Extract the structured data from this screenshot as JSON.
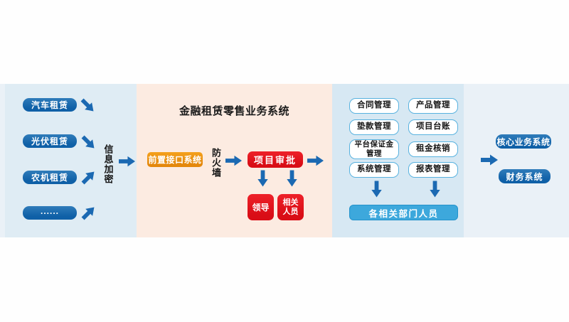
{
  "colors": {
    "band_bg": "#eaf1f7",
    "left_panel_bg": "#dfecf4",
    "middle_panel_bg": "#fcebe1",
    "right_panel_bg": "#d7e8f3",
    "dark_blue_box": "#0f60a7",
    "orange_box": "#ee9713",
    "red_box": "#e2131c",
    "staff_bar_blue": "#3da8dc",
    "module_border_blue": "#58b2df",
    "arrow_blue": "#1b69b2"
  },
  "left_panel": {
    "items": [
      "汽车租赁",
      "光伏租赁",
      "农机租赁",
      "......"
    ],
    "encrypt_label": "信息加密"
  },
  "middle_panel": {
    "title": "金融租赁零售业务系统",
    "front_system": "前置接口系统",
    "firewall": "防火墙",
    "approval": "项目审批",
    "leader": "领导",
    "related_staff": "相关\n人员"
  },
  "right_panel": {
    "modules": [
      "合同管理",
      "产品管理",
      "垫款管理",
      "项目台账",
      "平台保证金\n管理",
      "租金核销",
      "系统管理",
      "报表管理"
    ],
    "staff_bar": "各相关部门人员"
  },
  "external_systems": {
    "core": "核心业务系统",
    "finance": "财务系统"
  }
}
